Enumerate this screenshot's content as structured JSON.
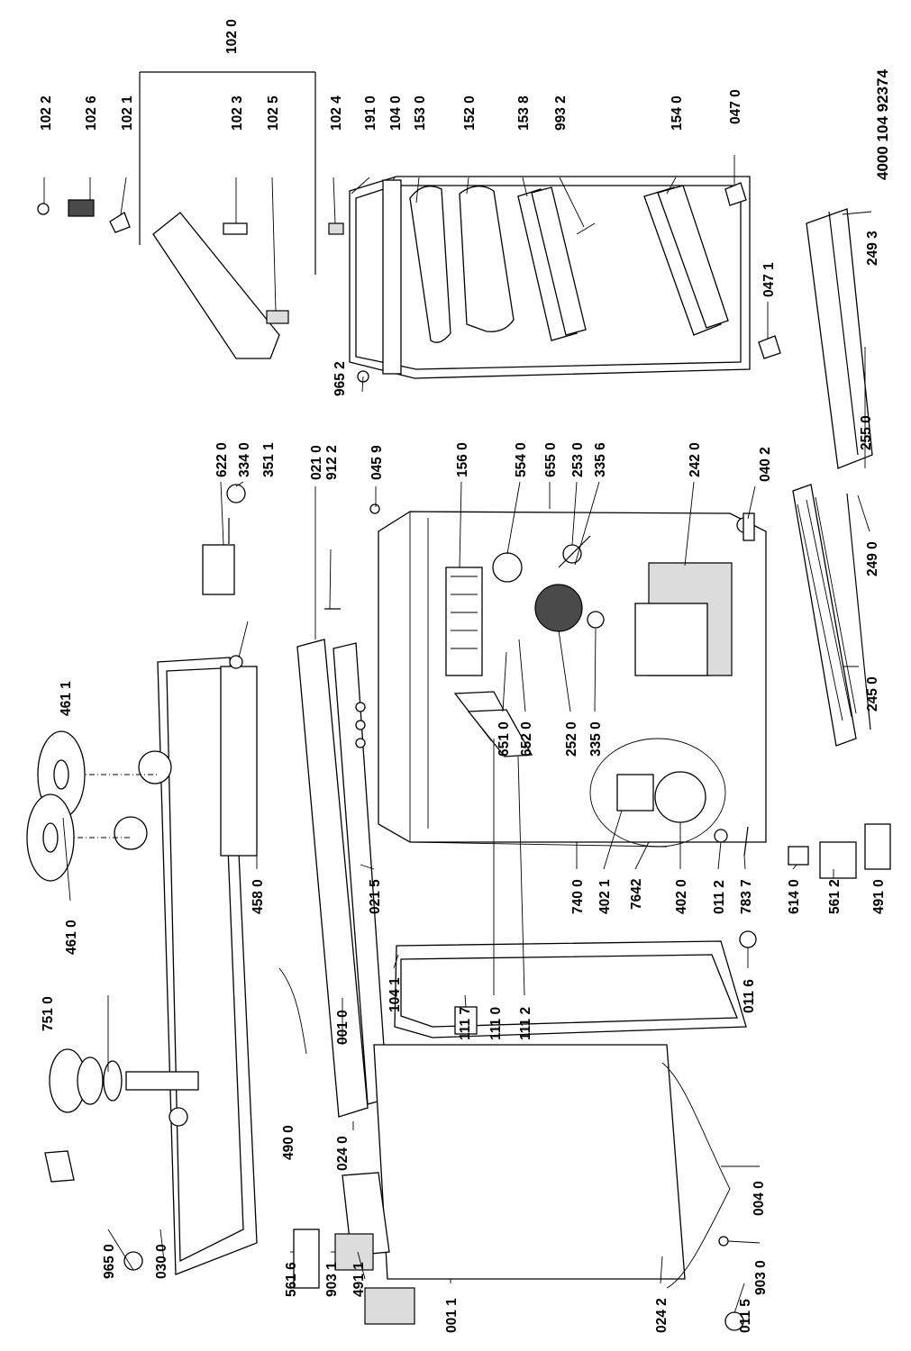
{
  "document_number": "4000 104 92374",
  "labels": [
    {
      "id": "p1020",
      "text": "102 0"
    },
    {
      "id": "p1022",
      "text": "102 2"
    },
    {
      "id": "p1026",
      "text": "102 6"
    },
    {
      "id": "p1021",
      "text": "102 1"
    },
    {
      "id": "p1023",
      "text": "102 3"
    },
    {
      "id": "p1025",
      "text": "102 5"
    },
    {
      "id": "p1024",
      "text": "102 4"
    },
    {
      "id": "p1910",
      "text": "191 0"
    },
    {
      "id": "p1040",
      "text": "104 0"
    },
    {
      "id": "p1530",
      "text": "153 0"
    },
    {
      "id": "p1520",
      "text": "152 0"
    },
    {
      "id": "p1538",
      "text": "153 8"
    },
    {
      "id": "p9932",
      "text": "993 2"
    },
    {
      "id": "p1540",
      "text": "154 0"
    },
    {
      "id": "p0470",
      "text": "047 0"
    },
    {
      "id": "p9652",
      "text": "965 2"
    },
    {
      "id": "p0471",
      "text": "047 1"
    },
    {
      "id": "p2493",
      "text": "249 3"
    },
    {
      "id": "p2550",
      "text": "255 0"
    },
    {
      "id": "p6220",
      "text": "622 0"
    },
    {
      "id": "p3340",
      "text": "334 0"
    },
    {
      "id": "p3511",
      "text": "351 1"
    },
    {
      "id": "p0210",
      "text": "021 0"
    },
    {
      "id": "p9122",
      "text": "912 2"
    },
    {
      "id": "p0459",
      "text": "045 9"
    },
    {
      "id": "p1560",
      "text": "156 0"
    },
    {
      "id": "p5540",
      "text": "554 0"
    },
    {
      "id": "p6550",
      "text": "655 0"
    },
    {
      "id": "p2530",
      "text": "253 0"
    },
    {
      "id": "p3356",
      "text": "335 6"
    },
    {
      "id": "p2420",
      "text": "242 0"
    },
    {
      "id": "p0402",
      "text": "040 2"
    },
    {
      "id": "p2490",
      "text": "249 0"
    },
    {
      "id": "p2450",
      "text": "245 0"
    },
    {
      "id": "p4611",
      "text": "461 1"
    },
    {
      "id": "p6510",
      "text": "651 0"
    },
    {
      "id": "p6520",
      "text": "652 0"
    },
    {
      "id": "p2520",
      "text": "252 0"
    },
    {
      "id": "p3350",
      "text": "335 0"
    },
    {
      "id": "p4610",
      "text": "461 0"
    },
    {
      "id": "p4580",
      "text": "458 0"
    },
    {
      "id": "p0215",
      "text": "021 5"
    },
    {
      "id": "p7400",
      "text": "740 0"
    },
    {
      "id": "p4021",
      "text": "402 1"
    },
    {
      "id": "p7642",
      "text": "7642"
    },
    {
      "id": "p4020",
      "text": "402 0"
    },
    {
      "id": "p0112",
      "text": "011 2"
    },
    {
      "id": "p7837",
      "text": "783 7"
    },
    {
      "id": "p6140",
      "text": "614 0"
    },
    {
      "id": "p5612",
      "text": "561 2"
    },
    {
      "id": "p4910",
      "text": "491 0"
    },
    {
      "id": "p1041",
      "text": "104 1"
    },
    {
      "id": "p1117",
      "text": "111 7"
    },
    {
      "id": "p1110",
      "text": "111 0"
    },
    {
      "id": "p1112",
      "text": "111 2"
    },
    {
      "id": "p0116",
      "text": "011 6"
    },
    {
      "id": "p7510",
      "text": "751 0"
    },
    {
      "id": "p0010",
      "text": "001 0"
    },
    {
      "id": "p4900",
      "text": "490 0"
    },
    {
      "id": "p0240",
      "text": "024 0"
    },
    {
      "id": "p0040",
      "text": "004 0"
    },
    {
      "id": "p9650",
      "text": "965 0"
    },
    {
      "id": "p0300",
      "text": "030 0"
    },
    {
      "id": "p5616",
      "text": "561 6"
    },
    {
      "id": "p9031",
      "text": "903 1"
    },
    {
      "id": "p4911",
      "text": "491 1"
    },
    {
      "id": "p9030",
      "text": "903 0"
    },
    {
      "id": "p0011",
      "text": "001 1"
    },
    {
      "id": "p0242",
      "text": "024 2"
    },
    {
      "id": "p0115",
      "text": "011 5"
    }
  ]
}
